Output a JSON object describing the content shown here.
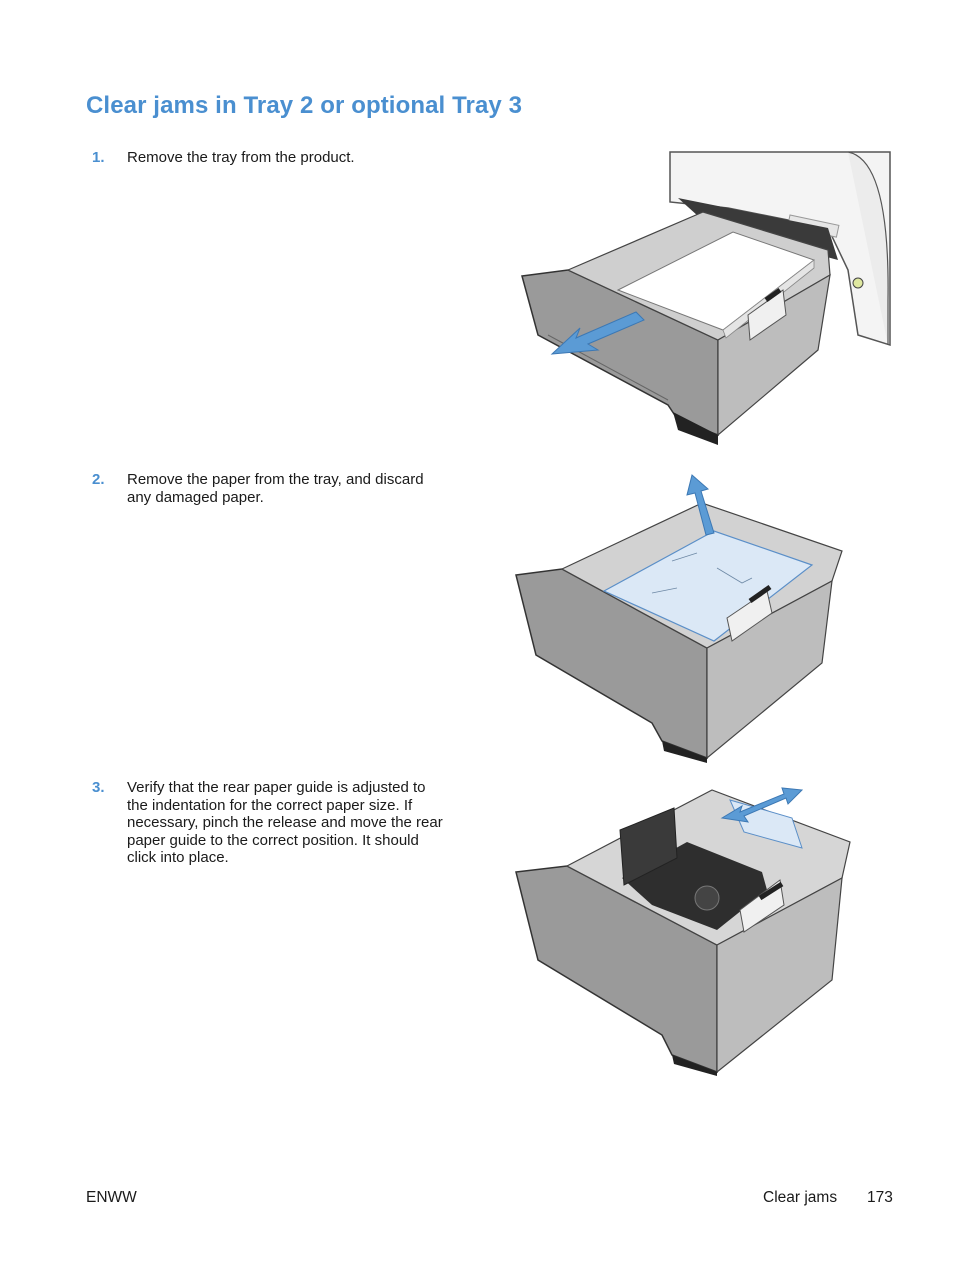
{
  "page": {
    "title": "Clear jams in Tray 2 or optional Tray 3",
    "steps": [
      {
        "number": "1.",
        "text": "Remove the tray from the product."
      },
      {
        "number": "2.",
        "text": "Remove the paper from the tray, and discard any damaged paper."
      },
      {
        "number": "3.",
        "text": "Verify that the rear paper guide is adjusted to the indentation for the correct paper size. If necessary, pinch the release and move the rear paper guide to the correct position. It should click into place."
      }
    ]
  },
  "footer": {
    "left": "ENWW",
    "section": "Clear jams",
    "page_number": "173"
  },
  "colors": {
    "accent": "#4a8fd0",
    "arrow": "#5b9bd5",
    "paper_jam": "#dbe8f6"
  }
}
